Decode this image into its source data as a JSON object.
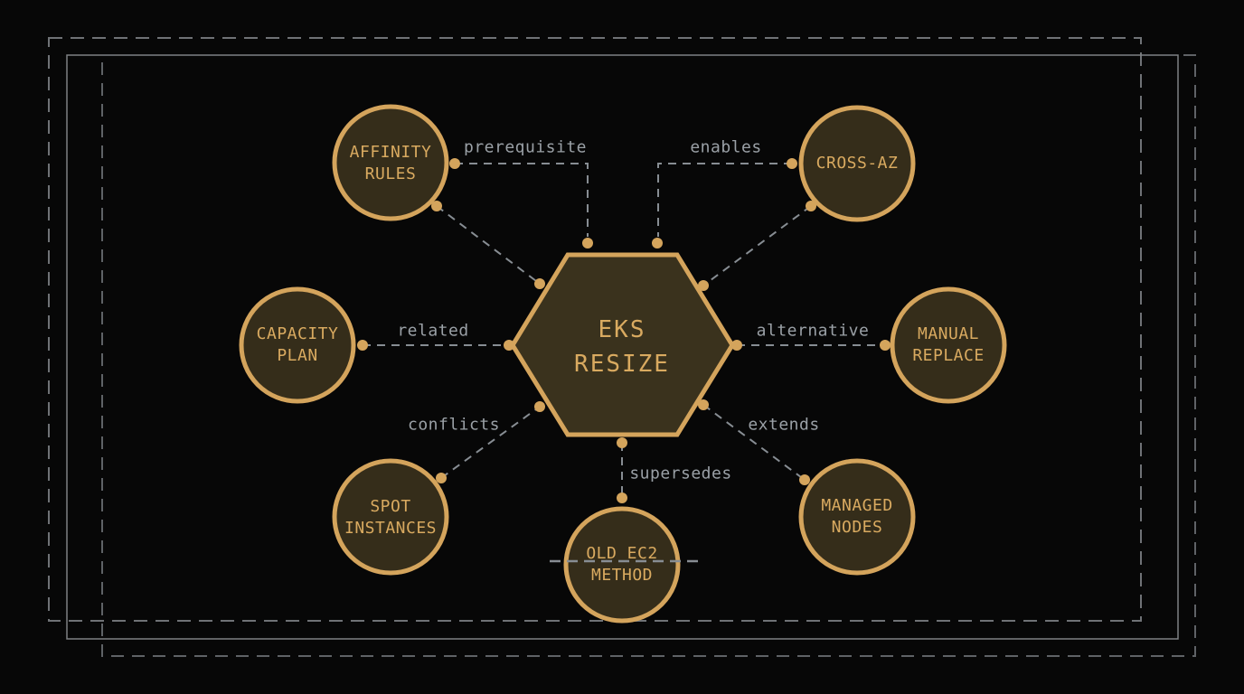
{
  "diagram": {
    "type": "concept-map",
    "center": {
      "id": "eks-resize",
      "label": "EKS\nRESIZE",
      "shape": "hexagon"
    },
    "nodes": [
      {
        "id": "affinity-rules",
        "label": "AFFINITY\nRULES"
      },
      {
        "id": "cross-az",
        "label": "CROSS-AZ"
      },
      {
        "id": "capacity-plan",
        "label": "CAPACITY\nPLAN"
      },
      {
        "id": "manual-replace",
        "label": "MANUAL\nREPLACE"
      },
      {
        "id": "spot-instances",
        "label": "SPOT\nINSTANCES"
      },
      {
        "id": "old-ec2-method",
        "label": "OLD EC2\nMETHOD",
        "struck_through": true
      },
      {
        "id": "managed-nodes",
        "label": "MANAGED\nNODES"
      }
    ],
    "edges": [
      {
        "between": [
          "affinity-rules",
          "eks-resize"
        ],
        "label": "prerequisite"
      },
      {
        "between": [
          "cross-az",
          "eks-resize"
        ],
        "label": "enables"
      },
      {
        "between": [
          "capacity-plan",
          "eks-resize"
        ],
        "label": "related"
      },
      {
        "between": [
          "manual-replace",
          "eks-resize"
        ],
        "label": "alternative"
      },
      {
        "between": [
          "spot-instances",
          "eks-resize"
        ],
        "label": "conflicts"
      },
      {
        "between": [
          "managed-nodes",
          "eks-resize"
        ],
        "label": "extends"
      },
      {
        "between": [
          "old-ec2-method",
          "eks-resize"
        ],
        "label": "supersedes"
      },
      {
        "between": [
          "affinity-rules",
          "eks-resize"
        ],
        "label": ""
      },
      {
        "between": [
          "cross-az",
          "eks-resize"
        ],
        "label": ""
      }
    ],
    "palette": {
      "gold": "#d4a45c",
      "gold_text": "#d9aa60",
      "node_fill": "#352d1a",
      "hex_fill": "#3a321d",
      "connector_gray": "#878d93",
      "edge_label_gray": "#9aa0a6",
      "frame_dashed_outer": "#6f7276",
      "frame_solid": "#7e8184",
      "frame_dashed_inner": "#5f6266",
      "background": "#070707"
    }
  }
}
